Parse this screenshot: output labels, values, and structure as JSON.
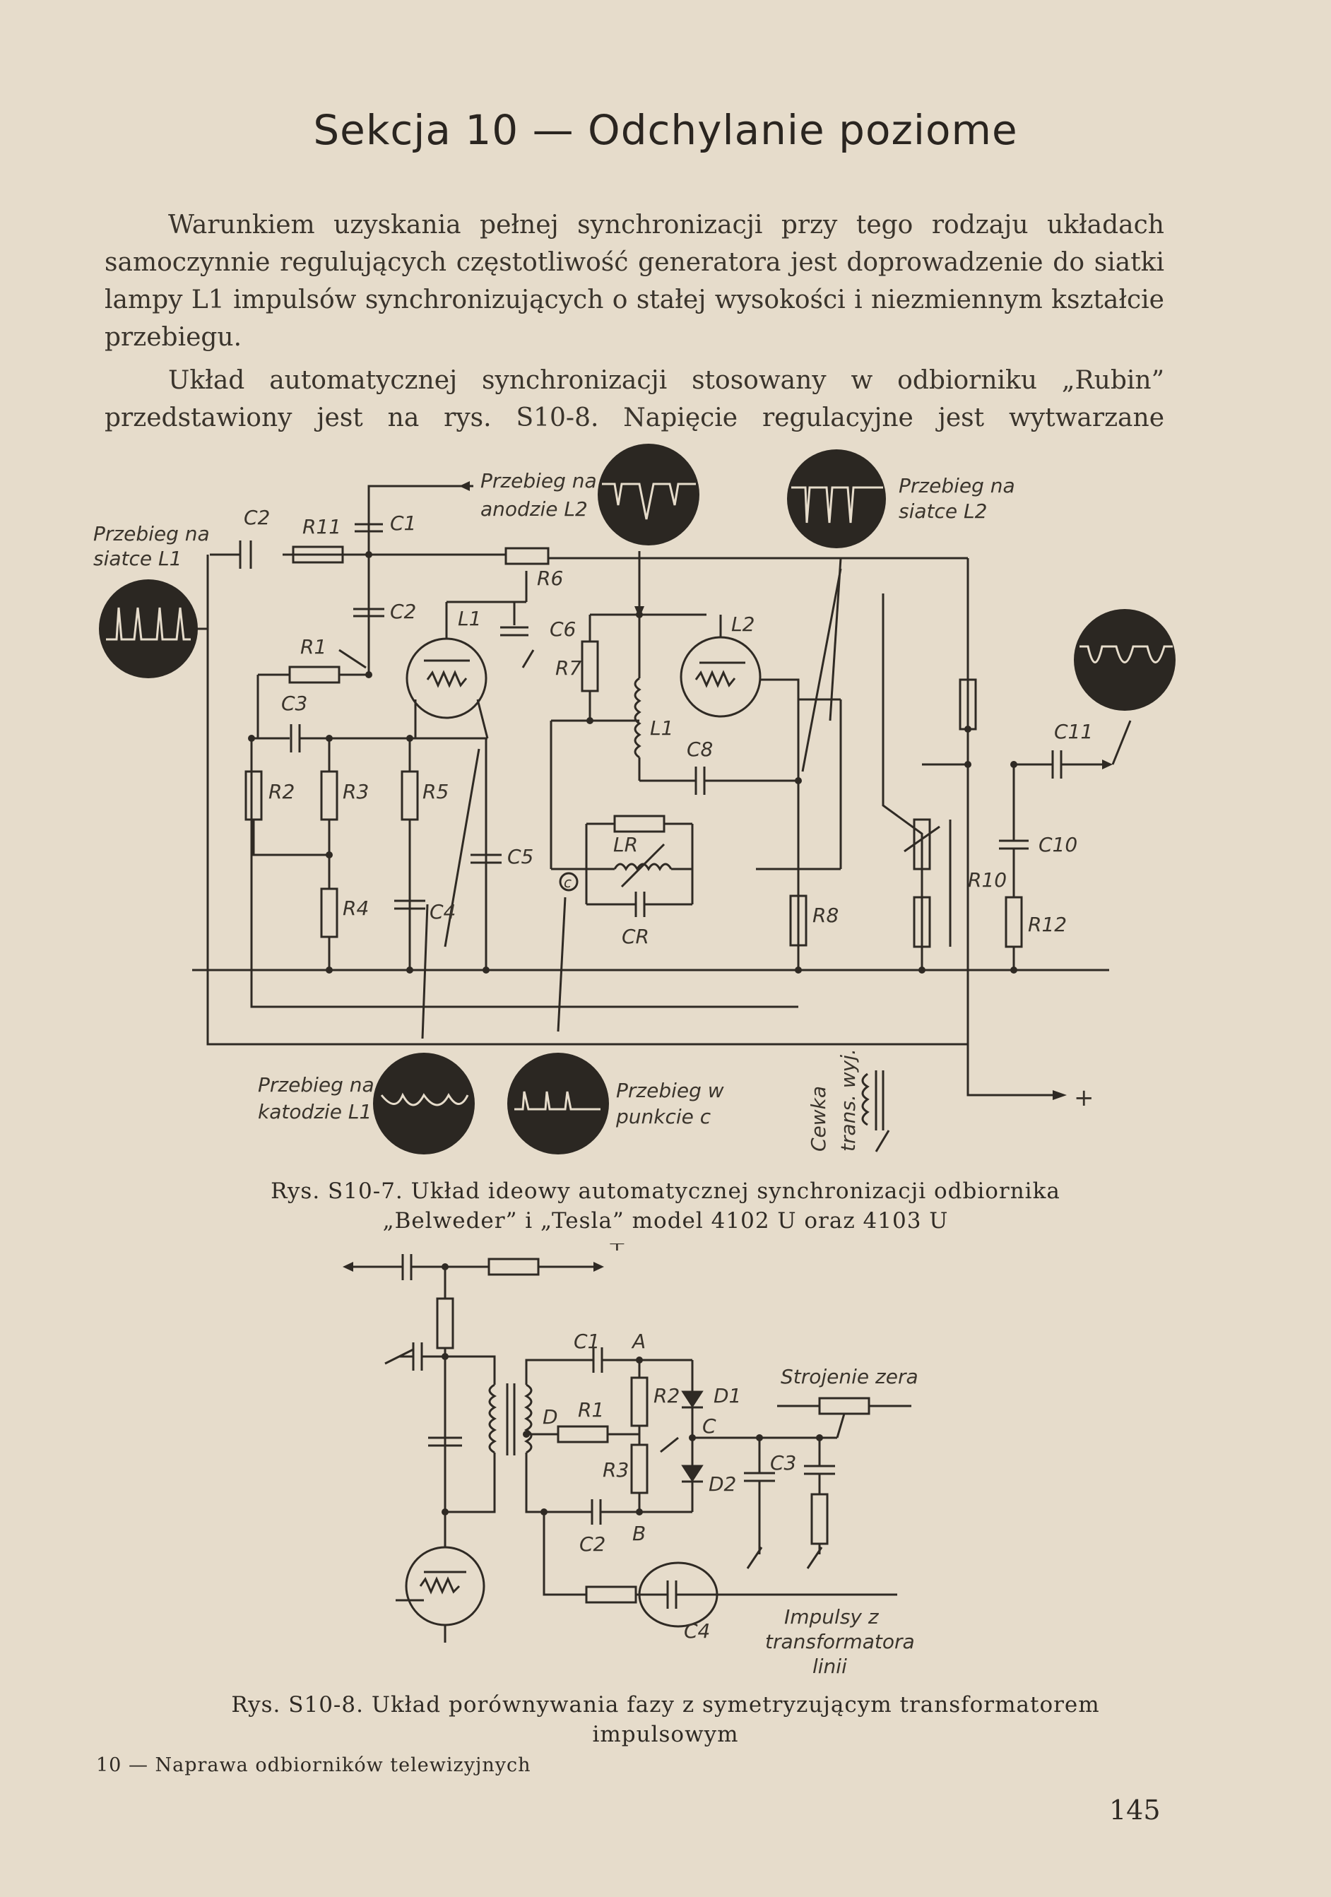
{
  "header": {
    "title": "Sekcja 10 — Odchylanie poziome"
  },
  "body": {
    "paragraphs": [
      "Warunkiem uzyskania pełnej synchronizacji przy tego rodzaju układach samoczynnie regulujących częstotliwość generatora jest doprowadzenie do siatki lampy L1 impulsów synchronizujących o stałej wysokości i niezmiennym kształcie przebiegu.",
      "Układ automatycznej synchronizacji stosowany w odbiorniku „Rubin” przedstawiony jest na rys. S10-8. Napięcie regulacyjne jest wytwarzane"
    ]
  },
  "figure1": {
    "caption_line1": "Rys. S10-7. Układ ideowy automatycznej synchronizacji odbiornika",
    "caption_line2": "„Belweder” i „Tesla” model 4102 U oraz 4103 U",
    "labels": {
      "wave_grid_l1_a": "Przebieg na",
      "wave_grid_l1_b": "siatce L1",
      "wave_anode_l2_a": "Przebieg na",
      "wave_anode_l2_b": "anodzie L2",
      "wave_grid_l2_a": "Przebieg na",
      "wave_grid_l2_b": "siatce L2",
      "wave_cathode_l1_a": "Przebieg na",
      "wave_cathode_l1_b": "katodzie L1",
      "wave_point_c_a": "Przebieg w",
      "wave_point_c_b": "punkcie c",
      "coil_a": "Cewka",
      "coil_b": "trans. wyj.",
      "plus": "+",
      "point_c": "c",
      "C1": "C1",
      "C2": "C2",
      "C2b": "C2",
      "C3": "C3",
      "C4": "C4",
      "C5": "C5",
      "C6": "C6",
      "C8": "C8",
      "C10": "C10",
      "C11": "C11",
      "CR": "CR",
      "R1": "R1",
      "R2": "R2",
      "R3": "R3",
      "R4": "R4",
      "R5": "R5",
      "R6": "R6",
      "R7": "R7",
      "R8": "R8",
      "R10": "R10",
      "R11": "R11",
      "R12": "R12",
      "L1_tube": "L1",
      "L2_tube": "L2",
      "L1_coil": "L1",
      "LR": "LR"
    }
  },
  "figure2": {
    "caption_line1": "Rys. S10-8. Układ porównywania fazy z symetryzującym transformatorem",
    "caption_line2": "impulsowym",
    "labels": {
      "plus": "+",
      "C1": "C1",
      "C2": "C2",
      "C3": "C3",
      "C4": "C4",
      "R1": "R1",
      "R2": "R2",
      "R3": "R3",
      "D1": "D1",
      "D2": "D2",
      "A": "A",
      "B": "B",
      "C": "C",
      "D": "D",
      "tuning_zero": "Strojenie zera",
      "pulses_a": "Impulsy z",
      "pulses_b": "transformatora",
      "pulses_c": "linii"
    }
  },
  "footer": {
    "left": "10 — Naprawa odbiorników telewizyjnych",
    "page_number": "145"
  }
}
